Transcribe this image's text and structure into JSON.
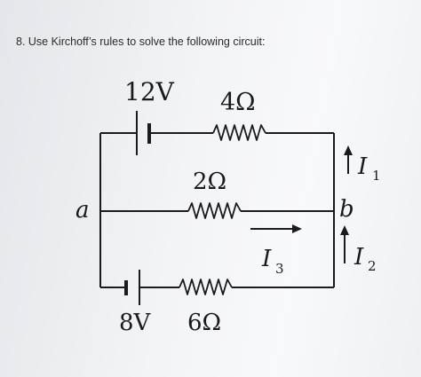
{
  "question": {
    "text": "8. Use Kirchoff’s rules to solve the following circuit:"
  },
  "circuit": {
    "battery_top_label": "12V",
    "resistor_top_label": "4Ω",
    "resistor_mid_label": "2Ω",
    "node_left_label": "a",
    "node_right_label": "b",
    "current_1_symbol": "I",
    "current_1_sub": "1",
    "current_2_symbol": "I",
    "current_2_sub": "2",
    "current_3_symbol": "I",
    "current_3_sub": "3",
    "battery_bottom_label": "8V",
    "resistor_bottom_label": "6Ω"
  }
}
